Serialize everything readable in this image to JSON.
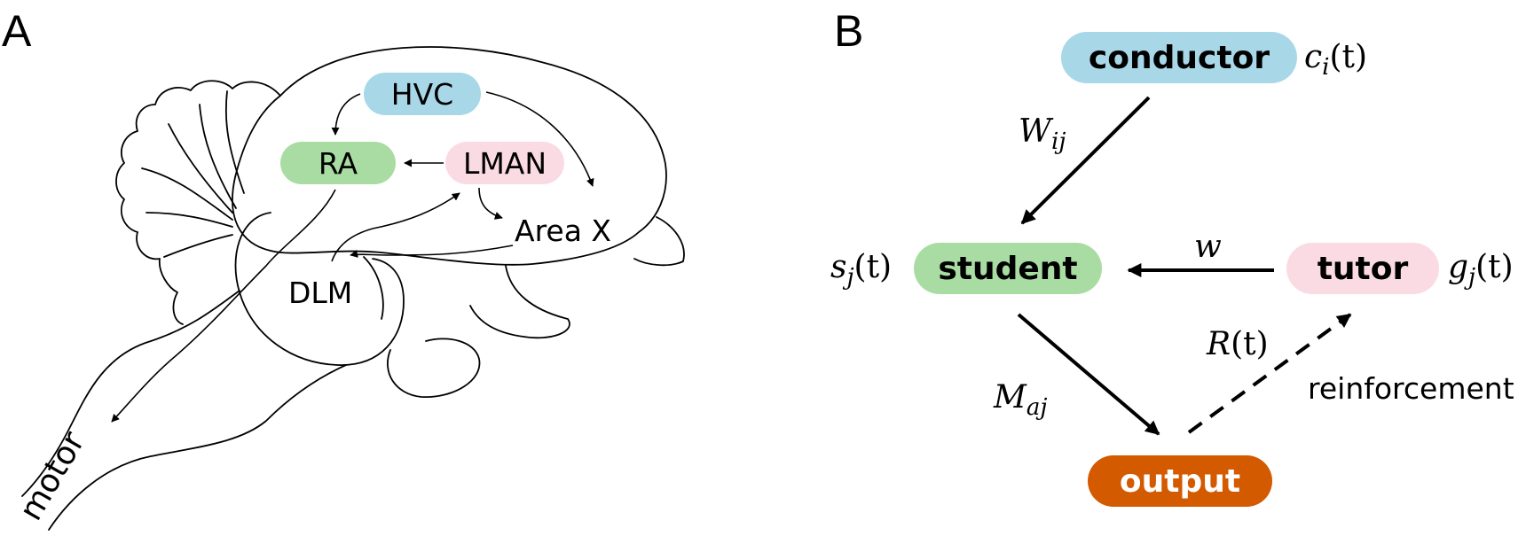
{
  "panels": {
    "a_label": "A",
    "b_label": "B"
  },
  "panel_a": {
    "regions": {
      "hvc": "HVC",
      "ra": "RA",
      "lman": "LMAN",
      "area_x": "Area X",
      "dlm": "DLM",
      "motor": "motor"
    }
  },
  "panel_b": {
    "nodes": {
      "conductor": "conductor",
      "student": "student",
      "tutor": "tutor",
      "output": "output"
    },
    "signals": {
      "conductor": {
        "var": "c",
        "sub": "i",
        "arg": "(t)"
      },
      "student": {
        "var": "s",
        "sub": "j",
        "arg": "(t)"
      },
      "tutor": {
        "var": "g",
        "sub": "j",
        "arg": "(t)"
      },
      "reward": {
        "var": "R",
        "arg": "(t)"
      }
    },
    "weights": {
      "conductor_student": {
        "var": "W",
        "sub": "ij"
      },
      "tutor_student": {
        "var": "w"
      },
      "student_output": {
        "var": "M",
        "sub": "aj"
      }
    },
    "reinforcement_label": "reinforcement"
  },
  "colors": {
    "conductor_fill": "#a8d8e8",
    "student_fill": "#a9dca3",
    "tutor_fill": "#fbdbe3",
    "output_fill": "#d45a00",
    "motor_text": "#d45a00",
    "hvc_fill": "#a8d8e8",
    "ra_fill": "#a9dca3",
    "lman_fill": "#fbdbe3"
  }
}
